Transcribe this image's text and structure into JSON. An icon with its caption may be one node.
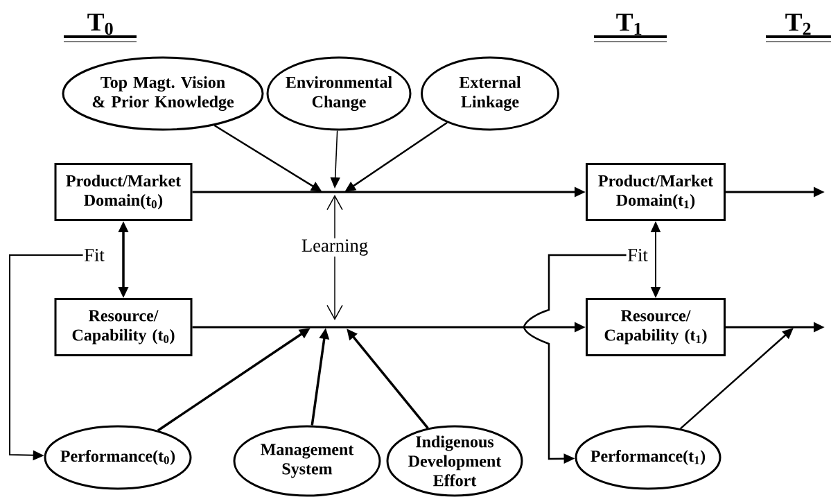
{
  "diagram": {
    "nodes": [
      {
        "text": [
          "Top Magt. Vision & Prior Knowledge"
        ]
      },
      {
        "text": [
          "Environmental Change"
        ]
      },
      {
        "text": [
          "External Linkage"
        ]
      },
      {
        "text": [
          "Product/Market Domain(t$_{0}$)"
        ]
      },
      {
        "text": [
          "Product/Market Domain(t$_{1}$)"
        ]
      },
      {
        "text": [
          "Fit"
        ]
      },
      {
        "text": [
          "Learning"
        ]
      },
      {
        "text": [
          "Fit"
        ]
      },
      {
        "text": [
          "Resource/ Capability (t$_{0}$)"
        ]
      },
      {
        "text": [
          "Resource/ Capability (t$_{1}$)"
        ]
      },
      {
        "text": [
          "Performance(t$_{0}$)"
        ]
      },
      {
        "text": [
          "Management System"
        ]
      },
      {
        "text": [
          "Indigenous Development Effort"
        ]
      },
      {
        "text": [
          "Performance(t$_{1}$)"
        ]
      }
    ],
    "edges": [
      {
        "from": 3,
        "to": 4,
        "arrow": "to"
      },
      {
        "from": 4,
        "to": null,
        "arrow": "to"
      },
      {
        "from": 8,
        "to": 9,
        "arrow": "to"
      },
      {
        "from": 9,
        "to": null,
        "arrow": "to"
      },
      {
        "from": 3,
        "to": 8,
        "arrow": "both"
      },
      {
        "from": 4,
        "to": 9,
        "arrow": "both"
      },
      {
        "from": 0,
        "to": null,
        "arrow": "to"
      },
      {
        "from": 1,
        "to": null,
        "arrow": "to"
      },
      {
        "from": 2,
        "to": null,
        "arrow": "to"
      },
      {
        "from": 6,
        "to": null,
        "arrow": "to"
      },
      {
        "from": 6,
        "to": null,
        "arrow": "to"
      },
      {
        "from": 10,
        "to": null,
        "arrow": "to"
      },
      {
        "from": 11,
        "to": null,
        "arrow": "to"
      },
      {
        "from": 12,
        "to": null,
        "arrow": "to"
      },
      {
        "from": 13,
        "to": null,
        "arrow": "to"
      },
      {
        "from": 5,
        "to": 10,
        "arrow": "to"
      },
      {
        "from": 7,
        "to": 13,
        "arrow": "to"
      }
    ],
    "labels": [
      "T$_{0}$",
      "T$_{1}$",
      "T$_{2}$"
    ]
  }
}
